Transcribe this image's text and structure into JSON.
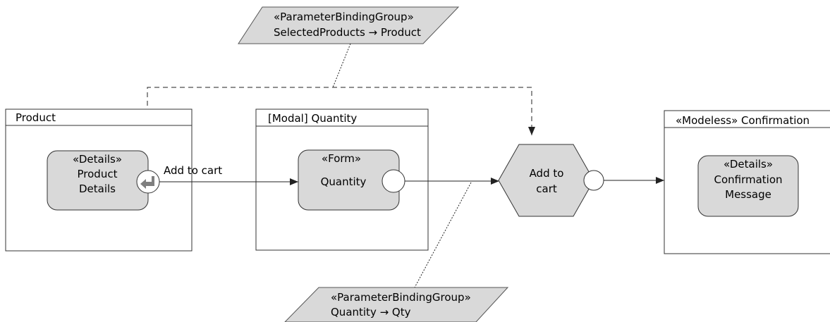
{
  "binding_top": {
    "stereotype": "«ParameterBindingGroup»",
    "mapping": "SelectedProducts → Product"
  },
  "binding_bottom": {
    "stereotype": "«ParameterBindingGroup»",
    "mapping": "Quantity → Qty"
  },
  "container_product": {
    "title": "Product"
  },
  "container_quantity": {
    "title": "[Modal] Quantity"
  },
  "container_confirmation": {
    "title": "«Modeless» Confirmation"
  },
  "product_details": {
    "stereotype": "«Details»",
    "line1": "Product",
    "line2": "Details"
  },
  "quantity_form": {
    "stereotype": "«Form»",
    "label": "Quantity"
  },
  "add_to_cart_action": {
    "line1": "Add to",
    "line2": "cart"
  },
  "confirmation_details": {
    "stereotype": "«Details»",
    "line1": "Confirmation",
    "line2": "Message"
  },
  "flow_label": "Add to cart",
  "colors": {
    "node_fill": "#d9d9d9",
    "stroke": "#333333",
    "background": "#ffffff"
  }
}
